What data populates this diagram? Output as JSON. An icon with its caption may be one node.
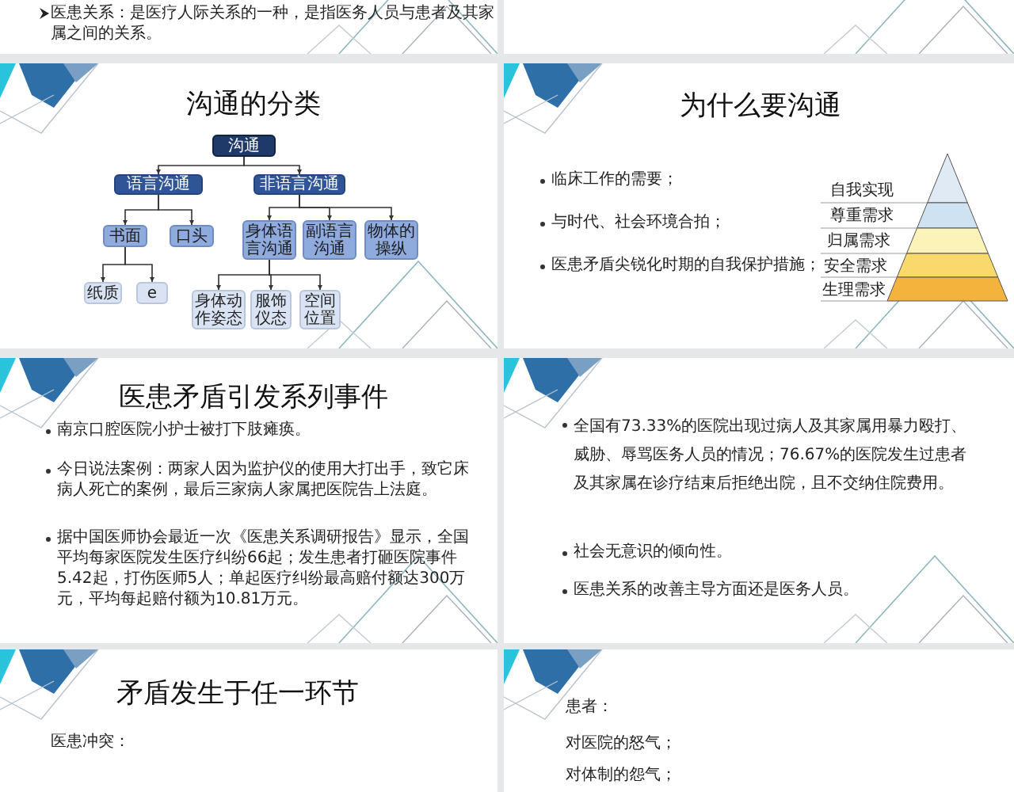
{
  "diagram": {
    "nodes": [
      {
        "text": [
          "沟通"
        ]
      },
      {
        "text": [
          "语言沟通"
        ]
      },
      {
        "text": [
          "非语言沟通"
        ]
      },
      {
        "text": [
          "书面"
        ]
      },
      {
        "text": [
          "口头"
        ]
      },
      {
        "text": [
          "身体语言沟通"
        ]
      },
      {
        "text": [
          "副语言沟通"
        ]
      },
      {
        "text": [
          "物体的操纵"
        ]
      },
      {
        "text": [
          "纸质"
        ]
      },
      {
        "text": [
          "e"
        ]
      },
      {
        "text": [
          "身体动作姿态"
        ]
      },
      {
        "text": [
          "服饰仪态"
        ]
      },
      {
        "text": [
          "空间位置"
        ]
      }
    ],
    "edges": [
      {
        "from": 0,
        "to": 1,
        "arrow": "to"
      },
      {
        "from": 0,
        "to": 2,
        "arrow": "to"
      },
      {
        "from": 1,
        "to": 3,
        "arrow": "to"
      },
      {
        "from": 1,
        "to": 4,
        "arrow": "to"
      },
      {
        "from": 2,
        "to": 5,
        "arrow": "to"
      },
      {
        "from": 2,
        "to": 6,
        "arrow": "to"
      },
      {
        "from": 2,
        "to": 7,
        "arrow": "to"
      },
      {
        "from": 3,
        "to": 8,
        "arrow": "to"
      },
      {
        "from": 3,
        "to": 9,
        "arrow": "to"
      },
      {
        "from": 5,
        "to": 10,
        "arrow": "to"
      },
      {
        "from": 5,
        "to": 11,
        "arrow": "to"
      },
      {
        "from": 5,
        "to": 12,
        "arrow": "to"
      }
    ],
    "labels": [
      "医患关系：是医疗人际关系的一种，是指医务人员与患者及其家属之间的关系。",
      "沟通的分类",
      "为什么要沟通",
      "临床工作的需要；",
      "与时代、社会环境合拍；",
      "医患矛盾尖锐化时期的自我保护措施；",
      "自我实现",
      "尊重需求",
      "归属需求",
      "安全需求",
      "生理需求",
      "医患矛盾引发系列事件",
      "南京口腔医院小护士被打下肢瘫痪。",
      "今日说法案例：两家人因为监护仪的使用大打出手，致它床病人死亡的案例，最后三家病人家属把医院告上法庭。",
      "据中国医师协会最近一次《医患关系调研报告》显示，全国平均每家医院发生医疗纠纷66起；发生患者打砸医院事件5.42起，打伤医师5人；单起医疗纠纷最高赔付额达300万元，平均每起赔付额为10.81万元。",
      "全国有73.33%的医院出现过病人及其家属用暴力殴打、威胁、辱骂医务人员的情况；76.67%的医院发生过患者及其家属在诊疗结束后拒绝出院，且不交纳住院费用。",
      "社会无意识的倾向性。",
      "医患关系的改善主导方面还是医务人员。",
      "矛盾发生于任一环节",
      "医患冲突：",
      "患者：",
      "对医院的怒气；",
      "对体制的怨气；"
    ]
  }
}
